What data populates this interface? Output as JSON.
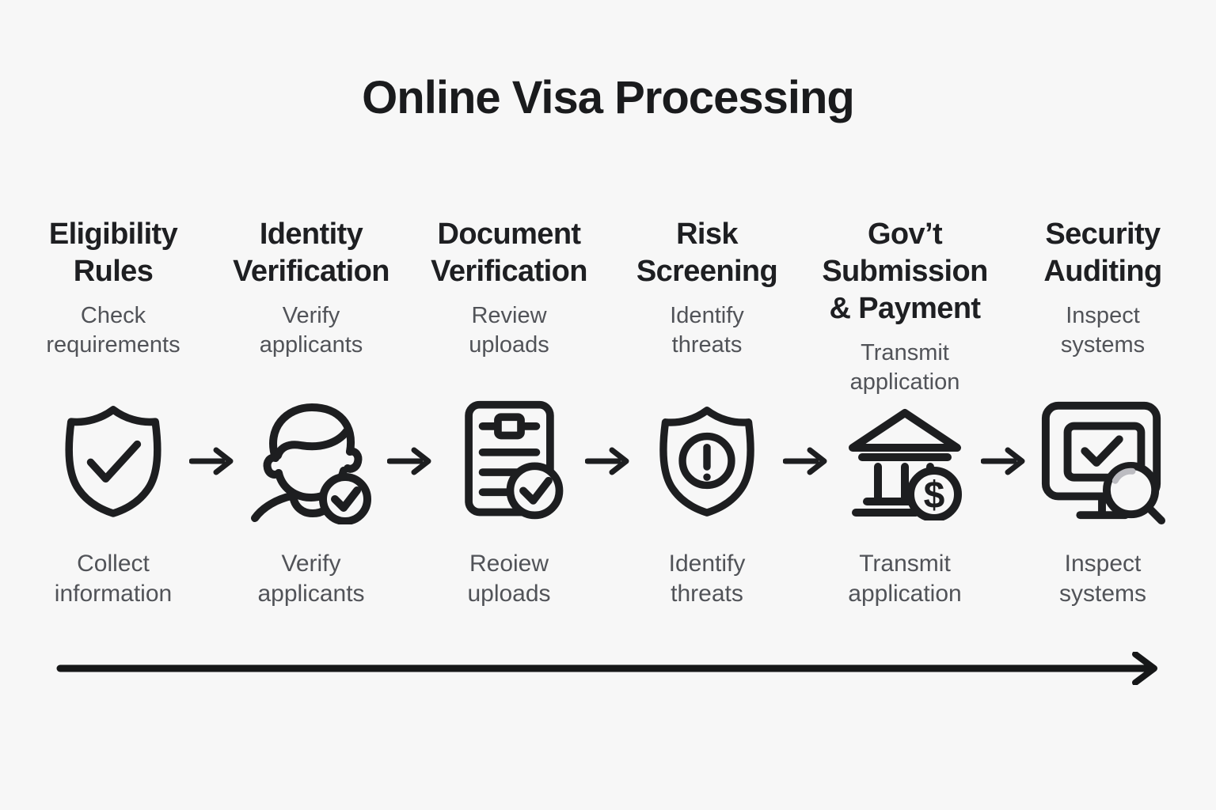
{
  "title": "Online Visa Processing",
  "colors": {
    "background": "#f7f7f7",
    "ink": "#1d1e20",
    "muted_text": "#515358",
    "magnifier_highlight": "#bcbcc1"
  },
  "steps": [
    {
      "title": "Eligibility Rules",
      "subtitle": "Check requirements",
      "caption": "Collect information",
      "icon": "shield-check-icon"
    },
    {
      "title": "Identity Verification",
      "subtitle": "Verify applicants",
      "caption": "Verify applicants",
      "icon": "person-check-icon"
    },
    {
      "title": "Document Verification",
      "subtitle": "Review uploads",
      "caption": "Reoiew uploads",
      "icon": "document-check-icon"
    },
    {
      "title": "Risk Screening",
      "subtitle": "Identify threats",
      "caption": "Identify threats",
      "icon": "shield-alert-icon"
    },
    {
      "title": "Gov’t Submission & Payment",
      "subtitle": "Transmit application",
      "caption": "Transmit application",
      "icon": "bank-payment-icon"
    },
    {
      "title": "Security Auditing",
      "subtitle": "Inspect systems",
      "caption": "Inspect systems",
      "icon": "monitor-audit-icon"
    }
  ],
  "bank_icon_currency_symbol": "$"
}
